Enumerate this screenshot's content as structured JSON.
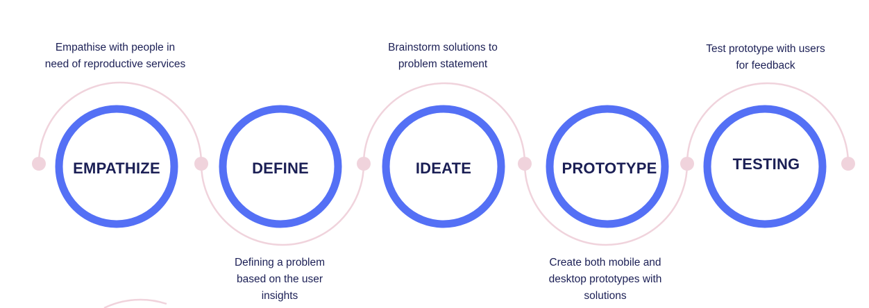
{
  "colors": {
    "ring": "#5470f5",
    "arc": "#f0d3dc",
    "dot": "#f0d3dc",
    "text": "#1b1f55"
  },
  "steps": [
    {
      "title": "EMPATHIZE",
      "description": [
        "Empathise with people in",
        "need of reproductive services"
      ],
      "description_position": "top"
    },
    {
      "title": "DEFINE",
      "description": [
        "Defining a problem",
        "based on the user",
        "insights"
      ],
      "description_position": "bottom"
    },
    {
      "title": "IDEATE",
      "description": [
        "Brainstorm solutions to",
        "problem statement"
      ],
      "description_position": "top"
    },
    {
      "title": "PROTOTYPE",
      "description": [
        "Create both mobile and",
        "desktop prototypes with",
        "solutions"
      ],
      "description_position": "bottom"
    },
    {
      "title": "TESTING",
      "description": [
        "Test prototype with users",
        "for feedback"
      ],
      "description_position": "top"
    }
  ]
}
